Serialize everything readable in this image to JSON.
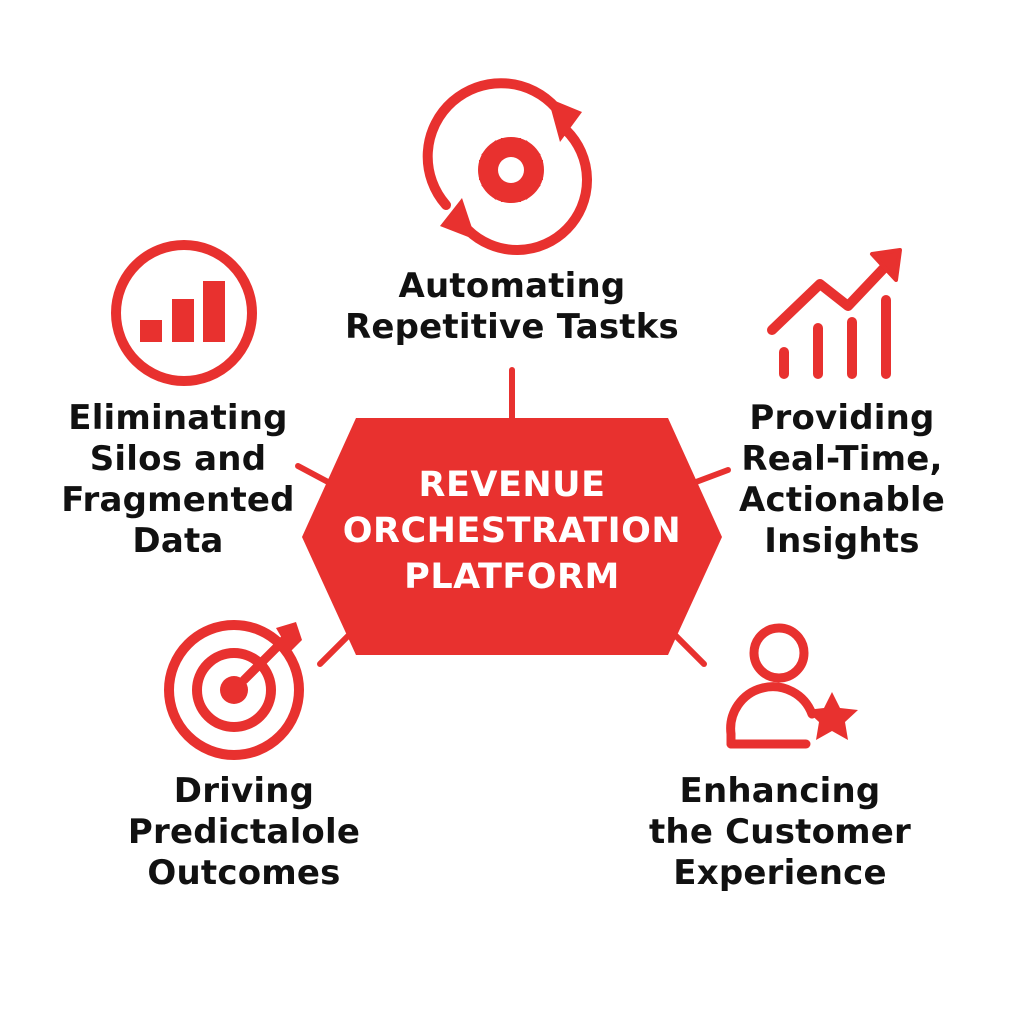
{
  "accent_color": "#E8312F",
  "center": {
    "lines": [
      "REVENUE",
      "ORCHESTRATION",
      "PLATFORM"
    ]
  },
  "nodes": [
    {
      "id": "automating",
      "icon": "gear-cycle-icon",
      "lines": [
        "Automating",
        "Repetitive Tastks"
      ]
    },
    {
      "id": "insights",
      "icon": "trend-chart-icon",
      "lines": [
        "Providing",
        "Real-Time,",
        "Actionable",
        "Insights"
      ]
    },
    {
      "id": "customer",
      "icon": "user-star-icon",
      "lines": [
        "Enhancing",
        "the Customer",
        "Experience"
      ]
    },
    {
      "id": "outcomes",
      "icon": "target-arrow-icon",
      "lines": [
        "Driving",
        "Predictalole",
        "Outcomes"
      ]
    },
    {
      "id": "silos",
      "icon": "bar-chart-circle-icon",
      "lines": [
        "Eliminating",
        "Silos and",
        "Fragmented",
        "Data"
      ]
    }
  ]
}
